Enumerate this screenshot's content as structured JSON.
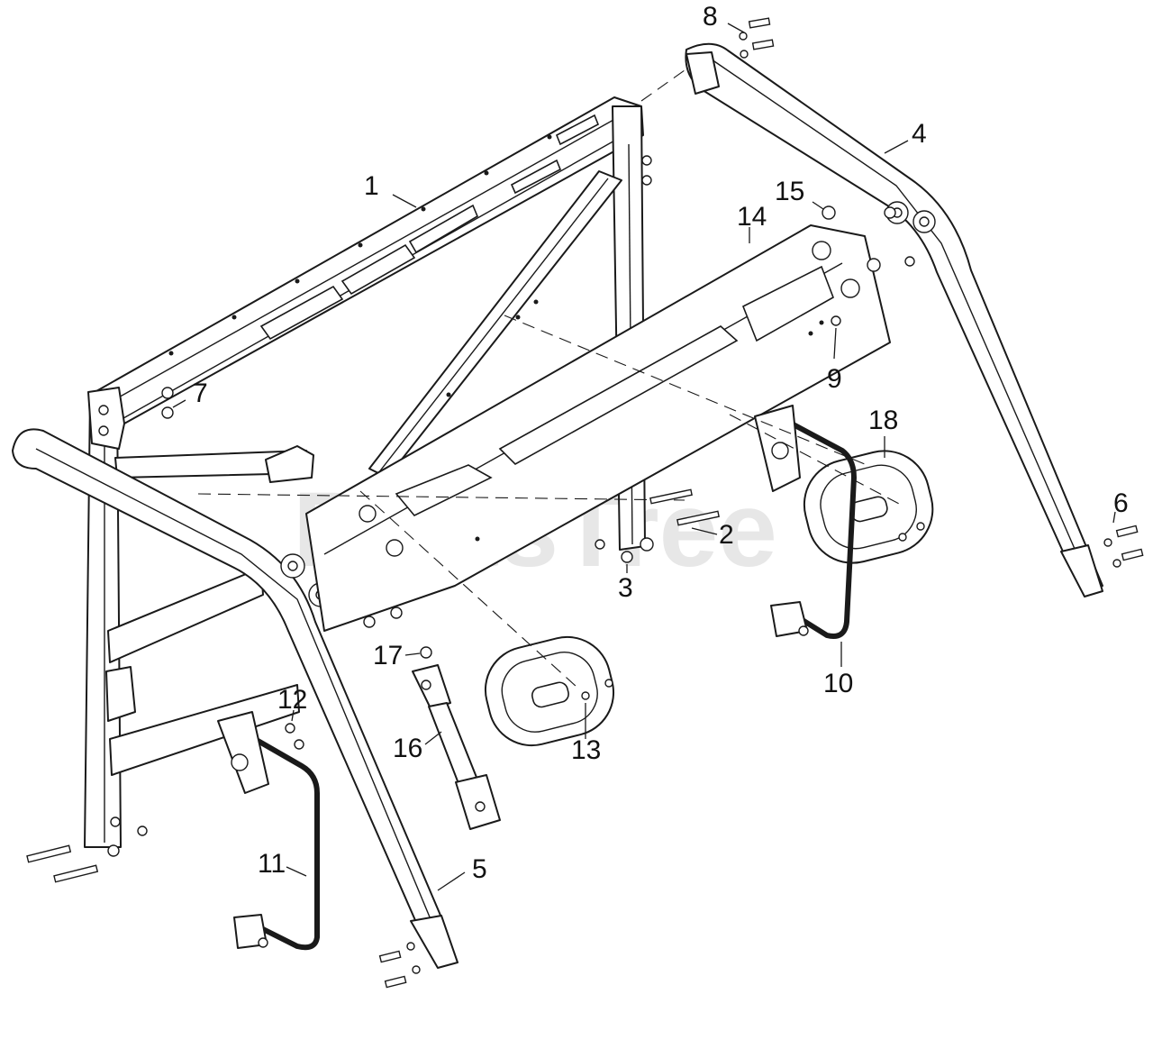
{
  "watermark": "PartsTree",
  "callouts": [
    {
      "id": "c1",
      "label": "1"
    },
    {
      "id": "c2",
      "label": "2"
    },
    {
      "id": "c3",
      "label": "3"
    },
    {
      "id": "c4",
      "label": "4"
    },
    {
      "id": "c5",
      "label": "5"
    },
    {
      "id": "c6",
      "label": "6"
    },
    {
      "id": "c7",
      "label": "7"
    },
    {
      "id": "c8",
      "label": "8"
    },
    {
      "id": "c9",
      "label": "9"
    },
    {
      "id": "c10",
      "label": "10"
    },
    {
      "id": "c11",
      "label": "11"
    },
    {
      "id": "c12",
      "label": "12"
    },
    {
      "id": "c13",
      "label": "13"
    },
    {
      "id": "c14",
      "label": "14"
    },
    {
      "id": "c15",
      "label": "15"
    },
    {
      "id": "c16",
      "label": "16"
    },
    {
      "id": "c17",
      "label": "17"
    },
    {
      "id": "c18",
      "label": "18"
    }
  ]
}
